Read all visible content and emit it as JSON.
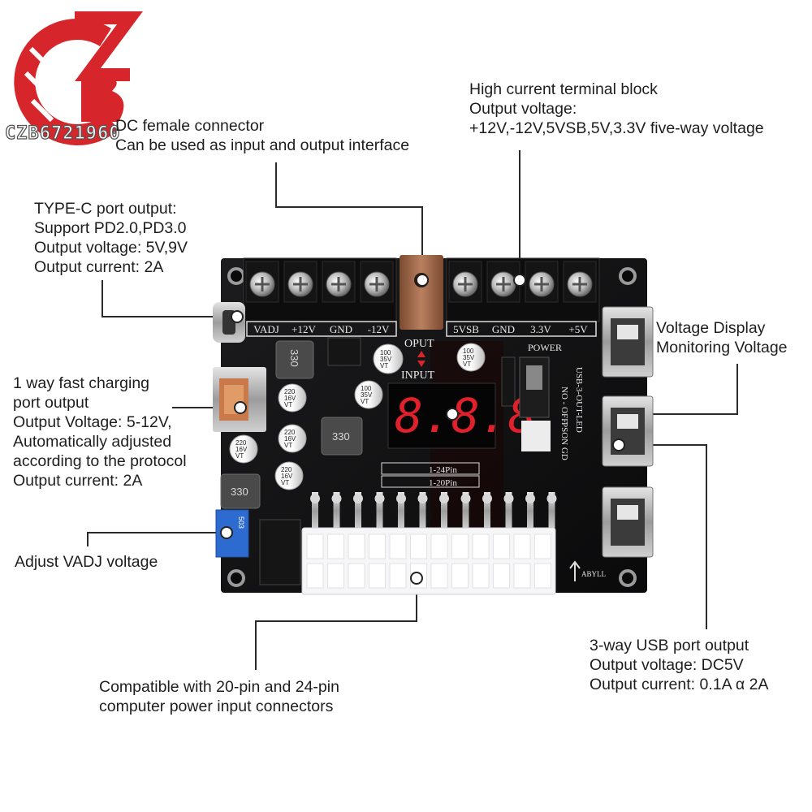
{
  "brand": {
    "logo_text": "CZB6721960",
    "accent_color": "#d7262b"
  },
  "labels": {
    "dc_connector": [
      "DC female connector",
      "Can be used as input and output interface"
    ],
    "terminal_block": [
      "High current terminal block",
      "Output voltage:",
      "+12V,-12V,5VSB,5V,3.3V five-way voltage"
    ],
    "type_c": [
      "TYPE-C port output:",
      "Support PD2.0,PD3.0",
      "Output voltage: 5V,9V",
      "Output current: 2A"
    ],
    "fast_charge": [
      "1 way fast charging",
      "port output",
      "Output Voltage: 5-12V,",
      "Automatically adjusted",
      "according to the protocol",
      "Output current: 2A"
    ],
    "voltage_display": [
      "Voltage Display",
      "Monitoring Voltage"
    ],
    "vadj": [
      "Adjust VADJ voltage"
    ],
    "usb_ports": [
      "3-way USB port output",
      "Output voltage: DC5V",
      "Output current: 0.1A α 2A"
    ],
    "atx_connector": [
      "Compatible with 20-pin and 24-pin",
      "computer power input connectors"
    ]
  },
  "board": {
    "terminals": [
      "VADJ",
      "+12V",
      "GND",
      "-12V",
      "5VSB",
      "GND",
      "3.3V",
      "+5V"
    ],
    "oput": "OPUT",
    "input": "INPUT",
    "power": "POWER",
    "switch": "NO - OFF",
    "pson": "PSON GD",
    "usb_led": "USB-3-OUT-LED",
    "pin24": "1-24Pin",
    "pin20": "1-20Pin",
    "display": "8.8.8",
    "inductors": [
      "330",
      "330",
      "330"
    ],
    "caps": [
      {
        "v": "100",
        "r": "35V",
        "t": "VT"
      },
      {
        "v": "100",
        "r": "35V",
        "t": "VT"
      },
      {
        "v": "220",
        "r": "16V",
        "t": "VT"
      },
      {
        "v": "100",
        "r": "35V",
        "t": "VT"
      },
      {
        "v": "220",
        "r": "16V",
        "t": "VT"
      },
      {
        "v": "220",
        "r": "16V",
        "t": "VT"
      },
      {
        "v": "220",
        "r": "16V",
        "t": "VT"
      }
    ],
    "pot_label": "503",
    "mark": "ABYLL"
  }
}
